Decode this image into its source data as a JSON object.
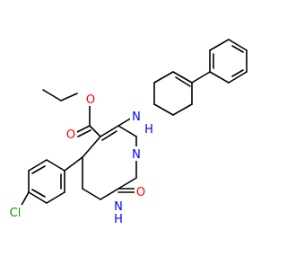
{
  "structure": {
    "atom_labels": {
      "ether_O": "O",
      "carbonyl_O_ester": "O",
      "N_ring_amine": "N",
      "NH_upper": "H",
      "N_upper": "N",
      "urea_O": "O",
      "N_lower": "N",
      "NH_lower": "H",
      "Cl": "Cl"
    },
    "colors": {
      "bond": "#000000",
      "oxygen": "#ff0000",
      "nitrogen": "#0000ff",
      "chlorine": "#00a000"
    }
  }
}
